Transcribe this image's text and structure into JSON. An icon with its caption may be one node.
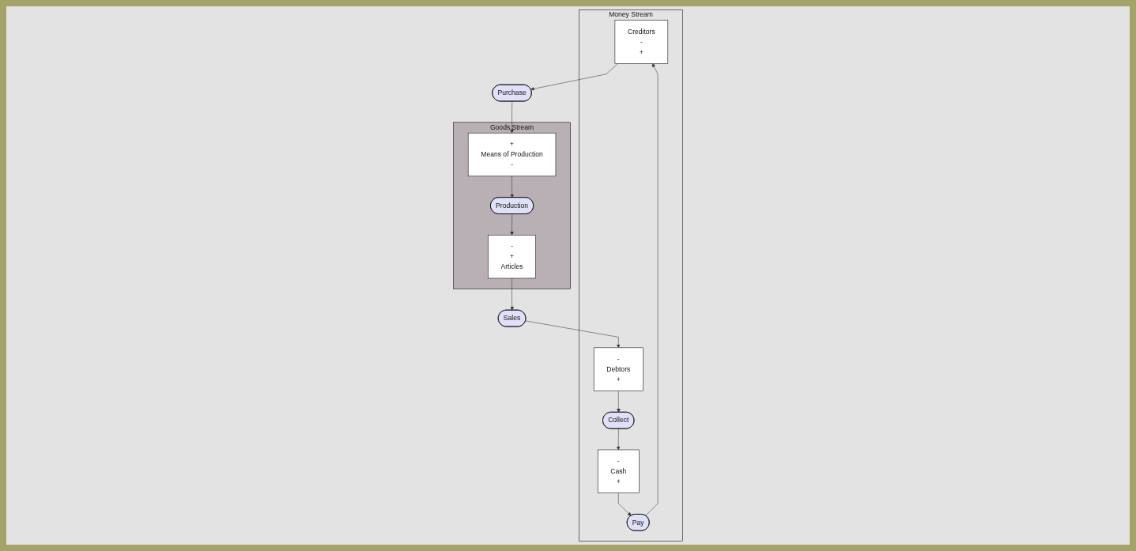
{
  "diagram": {
    "nodes": [
      {
        "text": [
          "Money Stream"
        ]
      },
      {
        "text": [
          "Creditors",
          "-",
          "+"
        ],
        "in": 0
      },
      {
        "text": [
          "Pay"
        ],
        "in": 0
      },
      {
        "text": [
          "-",
          "Cash",
          "+"
        ],
        "in": 0
      },
      {
        "text": [
          "Collect"
        ],
        "in": 0
      },
      {
        "text": [
          "-",
          "Debtors",
          "+"
        ],
        "in": 0
      },
      {
        "text": [
          "Purchase"
        ]
      },
      {
        "text": [
          "Sales"
        ]
      },
      {
        "text": [
          "Goods Stream"
        ]
      },
      {
        "text": [
          "+",
          "Means of Production",
          "-"
        ],
        "in": 8
      },
      {
        "text": [
          "Production"
        ],
        "in": 8
      },
      {
        "text": [
          "-",
          "+",
          "Articles"
        ],
        "in": 8
      }
    ],
    "edges": [
      {
        "from": 5,
        "to": 4,
        "arrow": "to"
      },
      {
        "from": 4,
        "to": 3,
        "arrow": "to"
      },
      {
        "from": 3,
        "to": 2,
        "arrow": "to"
      },
      {
        "from": 2,
        "to": 1,
        "arrow": "to"
      },
      {
        "from": 1,
        "to": 6,
        "arrow": "to"
      },
      {
        "from": 6,
        "to": 9,
        "arrow": "to"
      },
      {
        "from": 9,
        "to": 10,
        "arrow": "to"
      },
      {
        "from": 10,
        "to": 11,
        "arrow": "to"
      },
      {
        "from": 11,
        "to": 7,
        "arrow": "to"
      },
      {
        "from": 7,
        "to": 5,
        "arrow": "to"
      }
    ]
  }
}
